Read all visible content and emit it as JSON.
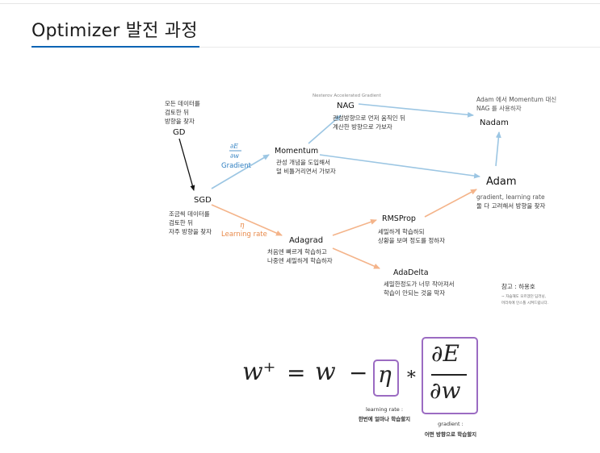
{
  "page": {
    "title": "Optimizer 발전 과정"
  },
  "nodes": [
    {
      "id": "gd",
      "label": "GD",
      "desc": [
        "모든 데이터를",
        "검토한 뒤",
        "방향을 찾자"
      ]
    },
    {
      "id": "sgd",
      "label": "SGD",
      "desc": [
        "조금씩 데이터를",
        "검토한 뒤",
        "자주 방향을 찾자"
      ]
    },
    {
      "id": "momentum",
      "label": "Momentum",
      "desc": [
        "관성 개념을 도입해서",
        "덜 비틀거리면서 가보자"
      ]
    },
    {
      "id": "nag",
      "label": "NAG",
      "sublabel": "Nesterov Accelerated Gradient",
      "desc": [
        "관성방향으로 먼저 움직인 뒤",
        "계산한 방향으로 가보자"
      ]
    },
    {
      "id": "nadam",
      "label": "Nadam",
      "desc": [
        "Adam 에서 Momentum 대신",
        "NAG 를 사용하자"
      ]
    },
    {
      "id": "adam",
      "label": "Adam",
      "desc": [
        "gradient, learning rate",
        "둘 다 고려해서 방향을 찾자"
      ]
    },
    {
      "id": "adagrad",
      "label": "Adagrad",
      "desc": [
        "처음엔 빠르게 학습하고",
        "나중엔 세밀하게 학습하자"
      ]
    },
    {
      "id": "rmsprop",
      "label": "RMSProp",
      "desc": [
        "세밀하게 학습하되",
        "상황을 보며 정도를 정하자"
      ]
    },
    {
      "id": "adadelta",
      "label": "AdaDelta",
      "desc": [
        "세밀한정도가 너무 작아져서",
        "학습이 안되는 것을 막자"
      ]
    }
  ],
  "branches": {
    "gradient": {
      "symbol_num": "∂E",
      "symbol_den": "∂w",
      "label": "Gradient",
      "color": "#2f7fc1"
    },
    "learning_rate": {
      "symbol": "η",
      "label": "Learning rate",
      "color": "#e8894a"
    }
  },
  "reference": {
    "title": "참고 : 하용호",
    "note": [
      "~ 자습해도 모르겠던 딥러닝,",
      "머리속에 인스톨 시켜드립니다."
    ]
  },
  "formula": {
    "lhs": "w⁺",
    "eq": "=",
    "w": "w",
    "minus": "−",
    "eta": "η",
    "times": "∗",
    "num": "∂E",
    "den": "∂w",
    "eta_caption_en": "learning rate :",
    "eta_caption_ko": "한번에 얼마나 학습할지",
    "grad_caption_en": "gradient :",
    "grad_caption_ko": "어떤 방향으로 학습할지"
  },
  "colors": {
    "accent": "#0a64b4",
    "blue_arrow": "#9cc6e3",
    "orange_arrow": "#f4b48a",
    "purple_box": "#9b6bc2"
  }
}
